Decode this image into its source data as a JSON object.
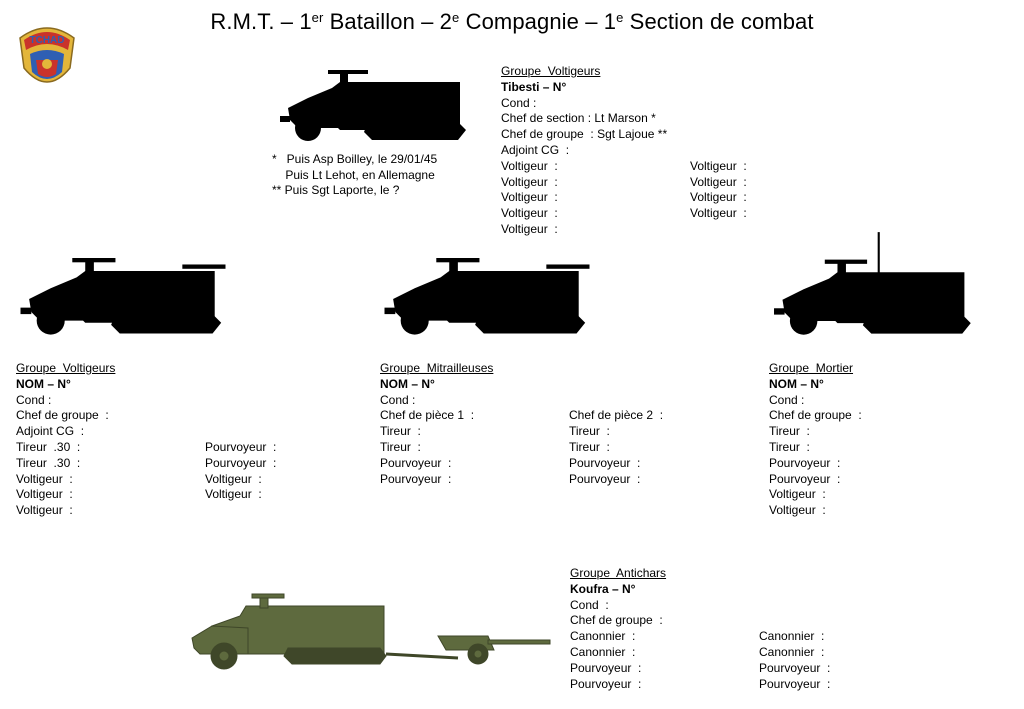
{
  "title": {
    "p1": "R.M.T. – 1",
    "s1": "er",
    "p2": " Bataillon – 2",
    "s2": "e",
    "p3": " Compagnie – 1",
    "s3": "e",
    "p4": " Section de combat"
  },
  "logo": {
    "text": "TCHAD",
    "icon": "tchad-regiment-insignia"
  },
  "notes": [
    "*   Puis Asp Boilley, le 29/01/45",
    "    Puis Lt Lehot, en Allemagne",
    "** Puis Sgt Laporte, le ?"
  ],
  "groups": {
    "voltigeurs_tibesti": {
      "heading": "Groupe  Voltigeurs",
      "name": "Tibesti – N°",
      "rows": [
        [
          "Cond :",
          ""
        ],
        [
          "Chef de section : Lt Marson *",
          ""
        ],
        [
          "Chef de groupe  : Sgt Lajoue **",
          ""
        ],
        [
          "Adjoint CG  :",
          ""
        ],
        [
          "Voltigeur  :",
          "Voltigeur  :"
        ],
        [
          "Voltigeur  :",
          "Voltigeur  :"
        ],
        [
          "Voltigeur  :",
          "Voltigeur  :"
        ],
        [
          "Voltigeur  :",
          "Voltigeur  :"
        ],
        [
          "Voltigeur  :",
          ""
        ]
      ]
    },
    "voltigeurs_nom": {
      "heading": "Groupe  Voltigeurs",
      "name": "NOM – N°",
      "rows": [
        [
          "Cond :",
          ""
        ],
        [
          "Chef de groupe  :",
          ""
        ],
        [
          "Adjoint CG  :",
          ""
        ],
        [
          "Tireur  .30  :",
          "Pourvoyeur  :"
        ],
        [
          "Tireur  .30  :",
          "Pourvoyeur  :"
        ],
        [
          "Voltigeur  :",
          "Voltigeur  :"
        ],
        [
          "Voltigeur  :",
          "Voltigeur  :"
        ],
        [
          "Voltigeur  :",
          ""
        ]
      ]
    },
    "mitrailleuses": {
      "heading": "Groupe  Mitrailleuses",
      "name": "NOM – N°",
      "rows": [
        [
          "Cond :",
          ""
        ],
        [
          "Chef de pièce 1  :",
          "Chef de pièce 2  :"
        ],
        [
          "Tireur  :",
          "Tireur  :"
        ],
        [
          "Tireur  :",
          "Tireur  :"
        ],
        [
          "Pourvoyeur  :",
          "Pourvoyeur  :"
        ],
        [
          "Pourvoyeur  :",
          "Pourvoyeur  :"
        ]
      ]
    },
    "mortier": {
      "heading": "Groupe  Mortier",
      "name": "NOM – N°",
      "rows": [
        [
          "Cond :",
          ""
        ],
        [
          "Chef de groupe  :",
          ""
        ],
        [
          "Tireur  :",
          ""
        ],
        [
          "Tireur  :",
          ""
        ],
        [
          "Pourvoyeur  :",
          ""
        ],
        [
          "Pourvoyeur  :",
          ""
        ],
        [
          "Voltigeur  :",
          ""
        ],
        [
          "Voltigeur  :",
          ""
        ]
      ]
    },
    "antichars": {
      "heading": "Groupe  Antichars",
      "name": "Koufra – N°",
      "rows": [
        [
          "Cond  :",
          ""
        ],
        [
          "Chef de groupe  :",
          ""
        ],
        [
          "Canonnier  :",
          "Canonnier  :"
        ],
        [
          "Canonnier  :",
          "Canonnier  :"
        ],
        [
          "Pourvoyeur  :",
          "Pourvoyeur  :"
        ],
        [
          "Pourvoyeur  :",
          "Pourvoyeur  :"
        ]
      ]
    }
  },
  "colors": {
    "silhouette": "#000000",
    "olive": "#5e6a3e",
    "olive_dark": "#3f4729",
    "logo_red": "#c9332b",
    "logo_blue": "#2f5fb3",
    "logo_gold": "#e3b63a"
  }
}
